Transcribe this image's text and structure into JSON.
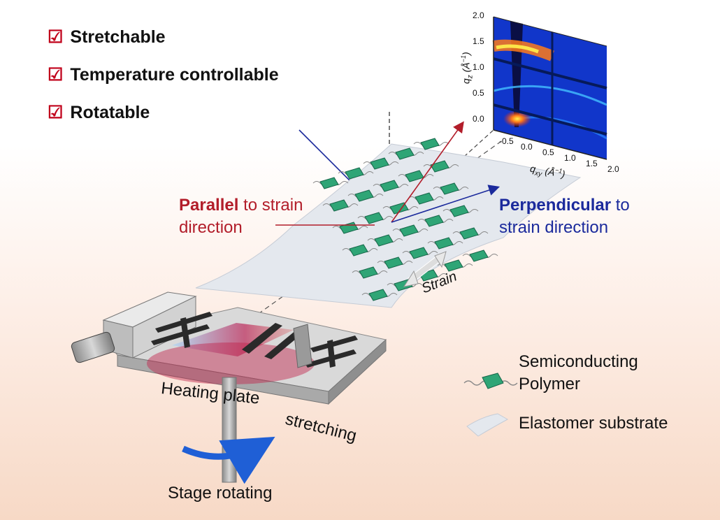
{
  "features": [
    {
      "check": "☑",
      "label": "Stretchable"
    },
    {
      "check": "☑",
      "label": "Temperature controllable"
    },
    {
      "check": "☑",
      "label": "Rotatable"
    }
  ],
  "labels": {
    "parallel_bold": "Parallel",
    "parallel_rest": " to strain",
    "parallel_line2": "direction",
    "perp_bold": "Perpendicular",
    "perp_rest": " to",
    "perp_line2": "strain direction",
    "strain": "Strain",
    "heating_plate": "Heating plate",
    "stretching": "stretching",
    "stage_rotating": "Stage rotating"
  },
  "legend": {
    "polymer_line1": "Semiconducting",
    "polymer_line2": "Polymer",
    "substrate": "Elastomer substrate"
  },
  "giwaxs": {
    "qz_label": "q",
    "qz_sub": "z",
    "qz_unit": " (Å",
    "qz_sup": "−1",
    "qxy_label": "q",
    "qxy_sub": "xy",
    "qxy_unit": " (Å",
    "qxy_sup": "−1",
    "qz_ticks": [
      "2.0",
      "1.5",
      "1.0",
      "0.5",
      "0.0"
    ],
    "qxy_ticks": [
      "-0.5",
      "0.0",
      "0.5",
      "1.0",
      "1.5",
      "2.0"
    ]
  },
  "colors": {
    "check": "#c0001a",
    "parallel": "#b21d2a",
    "perpendicular": "#1b2a9c",
    "polymer": "#2fa576",
    "substrate": "#e4e8ee",
    "rotate_arrow": "#1f5fd6"
  }
}
